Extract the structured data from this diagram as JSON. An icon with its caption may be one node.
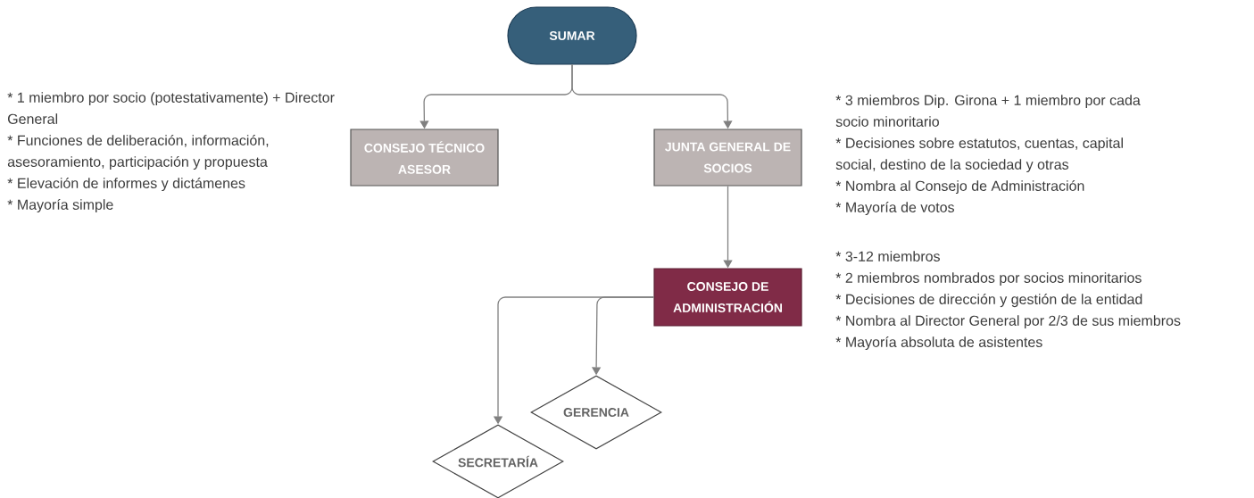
{
  "diagram": {
    "nodes": [
      {
        "text": [
          "SUMAR"
        ]
      },
      {
        "text": [
          "CONSEJO TÉCNICO ASESOR"
        ],
        "beside": [
          "* 1 miembro por socio (potestativamente) + Director General",
          "* Funciones de deliberación, información, asesoramiento, participación y propuesta",
          "* Elevación de informes y dictámenes",
          "* Mayoría simple"
        ]
      },
      {
        "text": [
          "JUNTA GENERAL DE SOCIOS"
        ],
        "beside": [
          "* 3 miembros Dip. Girona + 1 miembro por cada socio minoritario",
          "* Decisiones sobre estatutos, cuentas, capital social, destino de la sociedad y otras",
          "* Nombra al Consejo de Administración",
          "* Mayoría de votos"
        ]
      },
      {
        "text": [
          "CONSEJO DE ADMINISTRACIÓN"
        ],
        "beside": [
          "* 3-12 miembros",
          "* 2 miembros nombrados por socios minoritarios",
          "* Decisiones de dirección y gestión de la entidad",
          "* Nombra al Director General por 2/3 de sus miembros",
          "* Mayoría absoluta de asistentes"
        ]
      },
      {
        "text": [
          "GERENCIA"
        ]
      },
      {
        "text": [
          "SECRETARÍA"
        ]
      }
    ],
    "edges": [
      {
        "from": 0,
        "to": 1,
        "arrow": "to"
      },
      {
        "from": 0,
        "to": 2,
        "arrow": "to"
      },
      {
        "from": 2,
        "to": 3,
        "arrow": "to"
      },
      {
        "from": 3,
        "to": 4,
        "arrow": "to"
      },
      {
        "from": 3,
        "to": 5,
        "arrow": "to"
      }
    ]
  }
}
